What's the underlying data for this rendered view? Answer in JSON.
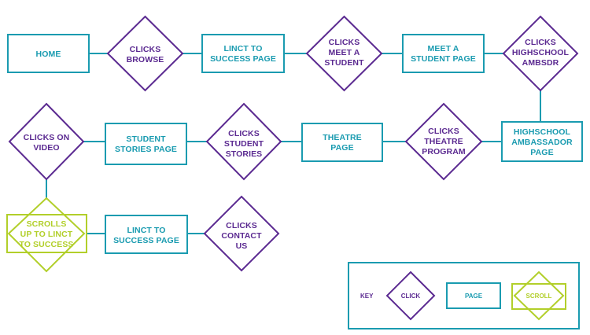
{
  "colors": {
    "page": "#1a9bb0",
    "click": "#5b2a91",
    "scroll": "#b2cf2a"
  },
  "nodes": [
    {
      "id": "home",
      "type": "page",
      "lines": [
        "HOME"
      ]
    },
    {
      "id": "click-browse",
      "type": "click",
      "lines": [
        "CLICKS",
        "BROWSE"
      ]
    },
    {
      "id": "linct-success-1",
      "type": "page",
      "lines": [
        "LINCT TO",
        "SUCCESS PAGE"
      ]
    },
    {
      "id": "click-meet-student",
      "type": "click",
      "lines": [
        "CLICKS",
        "MEET A",
        "STUDENT"
      ]
    },
    {
      "id": "meet-student-page",
      "type": "page",
      "lines": [
        "MEET A",
        "STUDENT PAGE"
      ]
    },
    {
      "id": "click-hs-ambsdr",
      "type": "click",
      "lines": [
        "CLICKS",
        "HIGHSCHOOL",
        "AMBSDR"
      ]
    },
    {
      "id": "hs-ambassador-page",
      "type": "page",
      "lines": [
        "HIGHSCHOOL",
        "AMBASSADOR",
        "PAGE"
      ]
    },
    {
      "id": "click-theatre-program",
      "type": "click",
      "lines": [
        "CLICKS",
        "THEATRE",
        "PROGRAM"
      ]
    },
    {
      "id": "theatre-page",
      "type": "page",
      "lines": [
        "THEATRE",
        "PAGE"
      ]
    },
    {
      "id": "click-student-stories",
      "type": "click",
      "lines": [
        "CLICKS",
        "STUDENT",
        "STORIES"
      ]
    },
    {
      "id": "student-stories-page",
      "type": "page",
      "lines": [
        "STUDENT",
        "STORIES PAGE"
      ]
    },
    {
      "id": "click-video",
      "type": "click",
      "lines": [
        "CLICKS ON",
        "VIDEO"
      ]
    },
    {
      "id": "scroll-linct",
      "type": "scroll",
      "lines": [
        "SCROLLS",
        "UP TO LINCT",
        "TO SUCCESS"
      ]
    },
    {
      "id": "linct-success-2",
      "type": "page",
      "lines": [
        "LINCT TO",
        "SUCCESS PAGE"
      ]
    },
    {
      "id": "click-contact",
      "type": "click",
      "lines": [
        "CLICKS",
        "CONTACT",
        "US"
      ]
    }
  ],
  "key": {
    "title": "KEY",
    "click": "CLICK",
    "page": "PAGE",
    "scroll": "SCROLL"
  }
}
